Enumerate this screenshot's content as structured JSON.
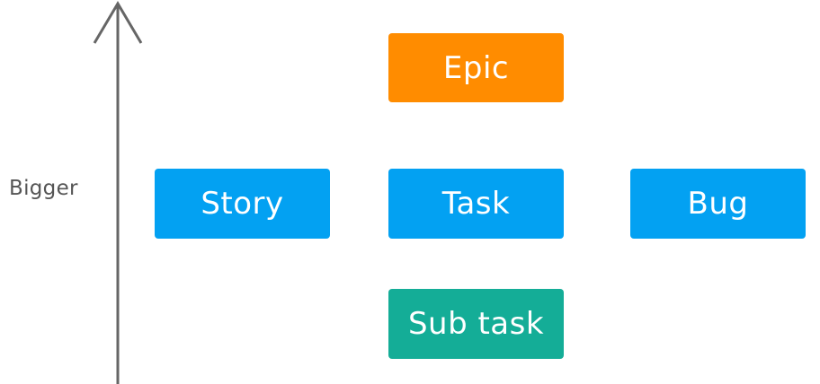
{
  "axis": {
    "label": "Bigger",
    "color": "#666666"
  },
  "nodes": {
    "epic": {
      "label": "Epic",
      "color": "#ff8c00"
    },
    "story": {
      "label": "Story",
      "color": "#03a1f2"
    },
    "task": {
      "label": "Task",
      "color": "#03a1f2"
    },
    "bug": {
      "label": "Bug",
      "color": "#03a1f2"
    },
    "subtask": {
      "label": "Sub task",
      "color": "#14ad97"
    }
  }
}
